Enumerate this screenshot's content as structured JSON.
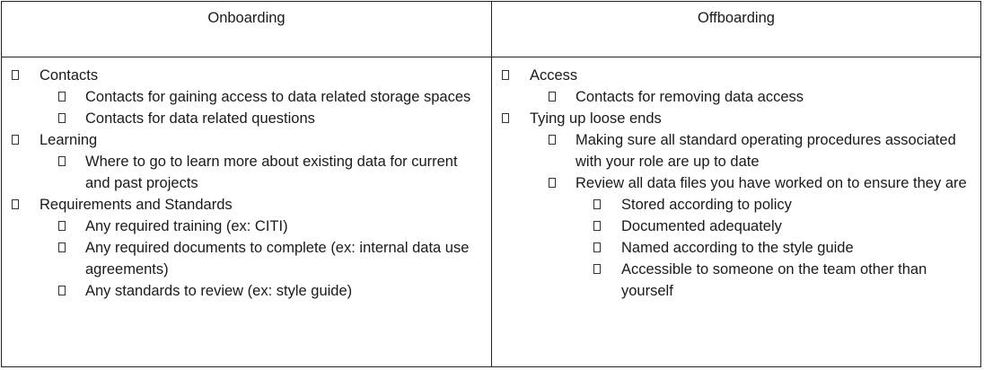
{
  "onboarding": {
    "header": "Onboarding",
    "items": [
      {
        "level": 1,
        "text": "Contacts"
      },
      {
        "level": 2,
        "text": "Contacts for gaining access to data related storage spaces"
      },
      {
        "level": 2,
        "text": "Contacts for data related questions"
      },
      {
        "level": 1,
        "text": "Learning"
      },
      {
        "level": 2,
        "text": "Where to go to learn more about existing data for current and past projects"
      },
      {
        "level": 1,
        "text": "Requirements and Standards"
      },
      {
        "level": 2,
        "text": "Any required training (ex: CITI)"
      },
      {
        "level": 2,
        "text": "Any required documents to complete (ex: internal data use agreements)"
      },
      {
        "level": 2,
        "text": "Any standards to review (ex: style guide)"
      }
    ]
  },
  "offboarding": {
    "header": "Offboarding",
    "items": [
      {
        "level": 1,
        "text": "Access"
      },
      {
        "level": 2,
        "text": "Contacts for removing data access"
      },
      {
        "level": 1,
        "text": "Tying up loose ends"
      },
      {
        "level": 2,
        "text": "Making sure all standard operating procedures associated with your role are up to date"
      },
      {
        "level": 2,
        "text": "Review all data files you have worked on to ensure they are"
      },
      {
        "level": 3,
        "text": "Stored according to policy"
      },
      {
        "level": 3,
        "text": "Documented adequately"
      },
      {
        "level": 3,
        "text": "Named according to the style guide"
      },
      {
        "level": 3,
        "text": "Accessible to someone on the team other than yourself"
      }
    ]
  }
}
